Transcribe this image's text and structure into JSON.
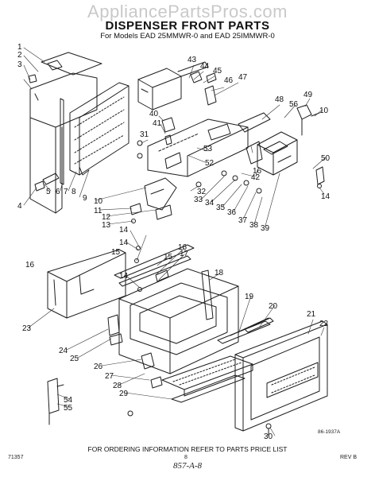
{
  "watermark": "AppliancePartsPros.com",
  "title": "DISPENSER FRONT PARTS",
  "subtitle": "For Models EAD 25MMWR-0 and EAD 25IMMWR-0",
  "footnote": "FOR ORDERING INFORMATION REFER TO PARTS PRICE LIST",
  "figure_code": "86-1937A",
  "page_code": "71357",
  "page_number": "8",
  "revision": "REV B",
  "handwritten": "857-A-8",
  "callouts": [
    {
      "n": "1"
    },
    {
      "n": "2"
    },
    {
      "n": "3"
    },
    {
      "n": "4"
    },
    {
      "n": "5"
    },
    {
      "n": "6"
    },
    {
      "n": "7"
    },
    {
      "n": "8"
    },
    {
      "n": "9"
    },
    {
      "n": "10"
    },
    {
      "n": "11"
    },
    {
      "n": "12"
    },
    {
      "n": "13"
    },
    {
      "n": "14"
    },
    {
      "n": "15"
    },
    {
      "n": "16"
    },
    {
      "n": "17"
    },
    {
      "n": "18"
    },
    {
      "n": "19"
    },
    {
      "n": "20"
    },
    {
      "n": "21"
    },
    {
      "n": "22"
    },
    {
      "n": "23"
    },
    {
      "n": "24"
    },
    {
      "n": "25"
    },
    {
      "n": "26"
    },
    {
      "n": "27"
    },
    {
      "n": "28"
    },
    {
      "n": "29"
    },
    {
      "n": "30"
    },
    {
      "n": "31"
    },
    {
      "n": "32"
    },
    {
      "n": "33"
    },
    {
      "n": "34"
    },
    {
      "n": "35"
    },
    {
      "n": "36"
    },
    {
      "n": "37"
    },
    {
      "n": "38"
    },
    {
      "n": "39"
    },
    {
      "n": "40"
    },
    {
      "n": "41"
    },
    {
      "n": "42"
    },
    {
      "n": "43"
    },
    {
      "n": "44"
    },
    {
      "n": "45"
    },
    {
      "n": "46"
    },
    {
      "n": "47"
    },
    {
      "n": "48"
    },
    {
      "n": "49"
    },
    {
      "n": "50"
    },
    {
      "n": "52"
    },
    {
      "n": "53"
    },
    {
      "n": "54"
    },
    {
      "n": "55"
    },
    {
      "n": "56"
    },
    {
      "n": "10"
    },
    {
      "n": "14"
    },
    {
      "n": "14"
    },
    {
      "n": "14"
    },
    {
      "n": "15"
    },
    {
      "n": "16"
    },
    {
      "n": "16"
    }
  ]
}
